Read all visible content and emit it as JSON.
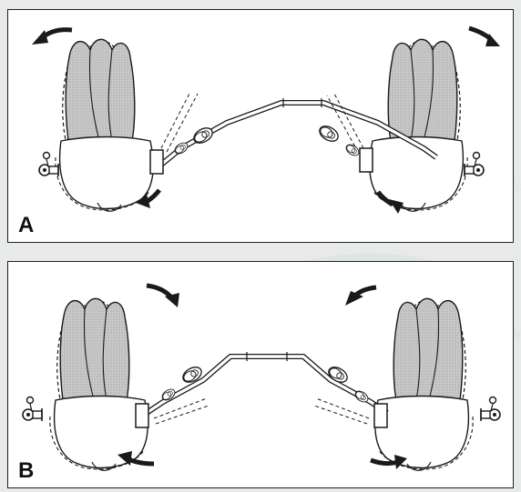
{
  "panels": [
    {
      "id": "A",
      "label": "A"
    },
    {
      "id": "B",
      "label": "B"
    }
  ],
  "colors": {
    "crown": "#bdbdbd",
    "line": "#1a1a1a",
    "background": "#e8eaea",
    "panel": "#ffffff"
  },
  "icons": [
    "rotation-arrow-icon",
    "bracket-icon",
    "spring-coil-icon"
  ]
}
